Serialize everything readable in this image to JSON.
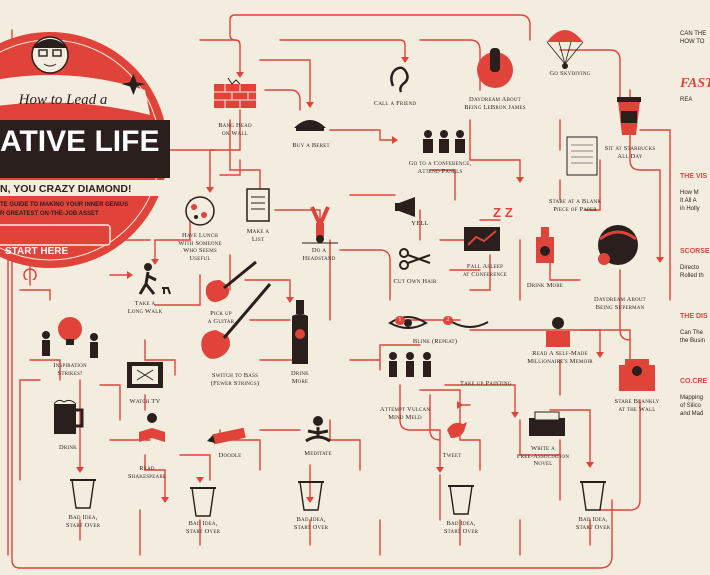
{
  "badge": {
    "top_script": "How to Lead a",
    "main_title": "ATIVE LIFE",
    "subtitle": "N, YOU CRAZY DIAMOND!",
    "tagline_1": "TE GUIDE TO MAKING YOUR INNER GENIUS",
    "tagline_2": "R GREATEST ON-THE-JOB ASSET",
    "start": "START HERE"
  },
  "nodes": {
    "bang_head": "Bang Head\non Wall",
    "buy_beret": "Buy a Beret",
    "call_friend": "Call a Friend",
    "daydream_lebron": "Daydream About\nBeing LeBron James",
    "go_skydiving": "Go Skydiving",
    "sit_starbucks": "Sit at Starbucks\nAll Day",
    "conference": "Go to a Conference,\nAttend Panels",
    "have_lunch": "Have Lunch\nWith Someone\nWho Seems\nUseful",
    "make_list": "Make a\nList",
    "do_headstand": "Do a\nHeadstand",
    "yell": "YELL",
    "fall_asleep": "Fall Asleep\nat Conference",
    "stare_paper": "Stare at a Blank\nPiece of Paper",
    "drink_more_right": "Drink More",
    "cut_hair": "Cut Own Hair",
    "daydream_superman": "Daydream About\nBeing Superman",
    "take_walk": "Take a\nLong Walk",
    "pick_guitar": "Pick up\na Guitar",
    "blink": "Blink (Repeat)",
    "read_memoir": "Read A Self-Made\nMillionaire's Memoir",
    "inspiration": "Inspiration\nStrikes!",
    "switch_bass": "Switch to Bass\n(Fewer Strings)",
    "drink_more_mid": "Drink\nMore",
    "watch_tv": "Watch TV",
    "attempt_vulcan": "Attempt Vulcan\nMind Meld",
    "take_painting": "Take up Painting",
    "stare_wall": "Stare Blankly\nat the Wall",
    "drink_left": "Drink",
    "doodle": "Doodle",
    "meditate": "Meditate",
    "tweet": "Tweet",
    "freeassoc": "Write a\nFree-Association\nNovel",
    "read_shakespeare": "Read\nShakespeare",
    "bad1": "Bad Idea,\nStart Over",
    "bad2": "Bad Idea,\nStart Over",
    "bad3": "Bad Idea,\nStart Over",
    "bad4": "Bad Idea,\nStart Over",
    "bad5": "Bad Idea,\nStart Over",
    "zzz": "Z Z",
    "blink_num1": "1",
    "blink_num2": "2"
  },
  "sidebar": {
    "logo": "FAST",
    "logo_sub": "REA",
    "s1_head": "THE VIS",
    "s1_body": "How M\nIt All A\nin Holly",
    "s2_head": "SCORSE",
    "s2_body": "Directo\nRolled th",
    "s3_head": "THE DIS",
    "s3_body": "Can The\nthe Busin",
    "s4_head": "CO.CRE",
    "s4_body": "Mapping\nof Silico\nand Mad",
    "top_text": "CAN THE\nHOW TO"
  },
  "colors": {
    "background": "#f3ede0",
    "accent_red": "#e0433a",
    "ink": "#2a1f1c",
    "wire": "#e0433a"
  }
}
